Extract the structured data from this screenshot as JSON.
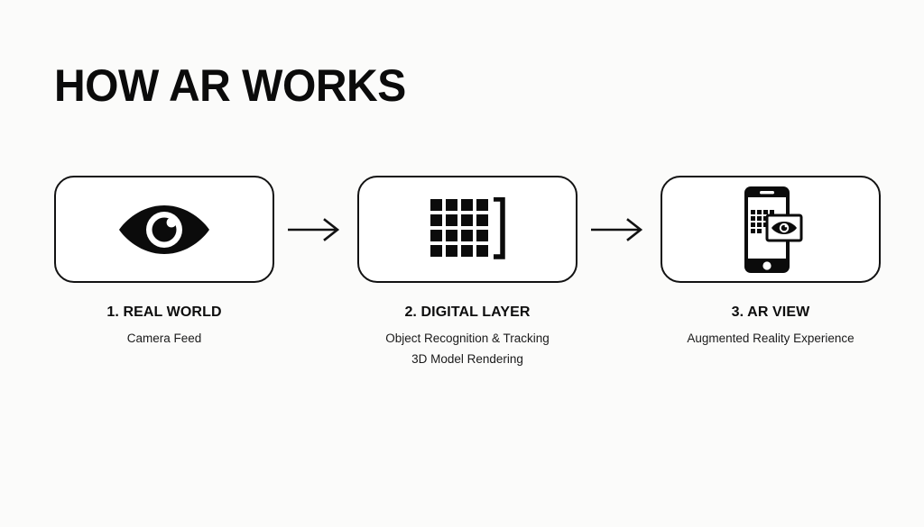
{
  "page": {
    "title": "HOW AR WORKS",
    "background_color": "#fbfbfa",
    "ink_color": "#121212"
  },
  "flow": {
    "steps": [
      {
        "icon": "eye-icon",
        "title": "1. REAL WORLD",
        "sub_lines": [
          "Camera Feed"
        ]
      },
      {
        "icon": "digital-grid-bracket-icon",
        "title": "2. DIGITAL LAYER",
        "sub_lines": [
          "Object Recognition & Tracking",
          "3D Model Rendering"
        ]
      },
      {
        "icon": "phone-ar-overlay-icon",
        "title": "3. AR VIEW",
        "sub_lines": [
          "Augmented Reality Experience"
        ]
      }
    ],
    "connectors": [
      {
        "icon": "arrow-right-icon"
      },
      {
        "icon": "arrow-right-icon"
      }
    ]
  }
}
